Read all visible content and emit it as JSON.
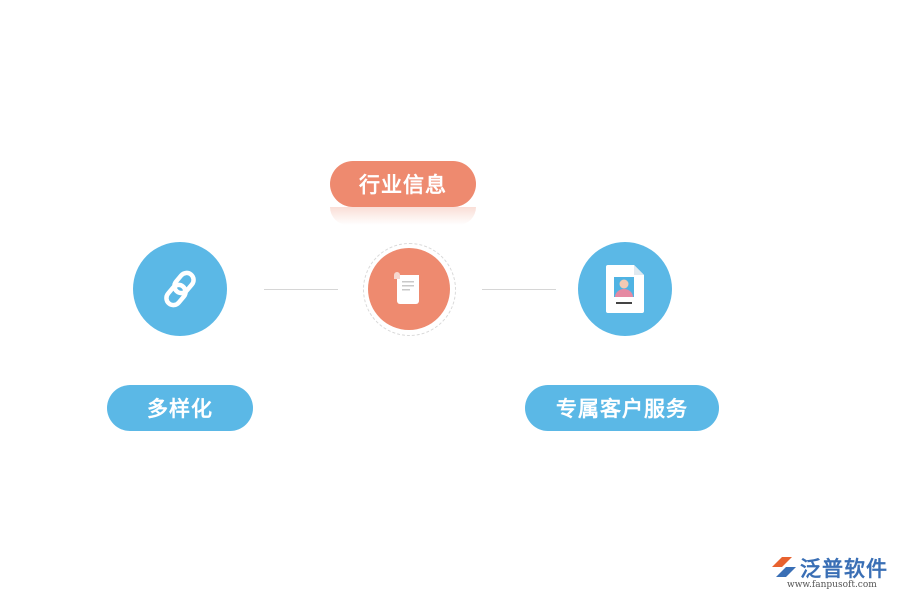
{
  "labels": {
    "top": "行业信息",
    "left": "多样化",
    "right": "专属客户服务"
  },
  "icons": {
    "left": "link-icon",
    "center": "scroll-document-icon",
    "right": "profile-document-icon"
  },
  "logo": {
    "name": "泛普软件",
    "url": "www.fanpusoft.com"
  },
  "colors": {
    "orange": "#ee8a6f",
    "blue": "#5bb8e6",
    "logo_blue": "#3a6fb5"
  }
}
